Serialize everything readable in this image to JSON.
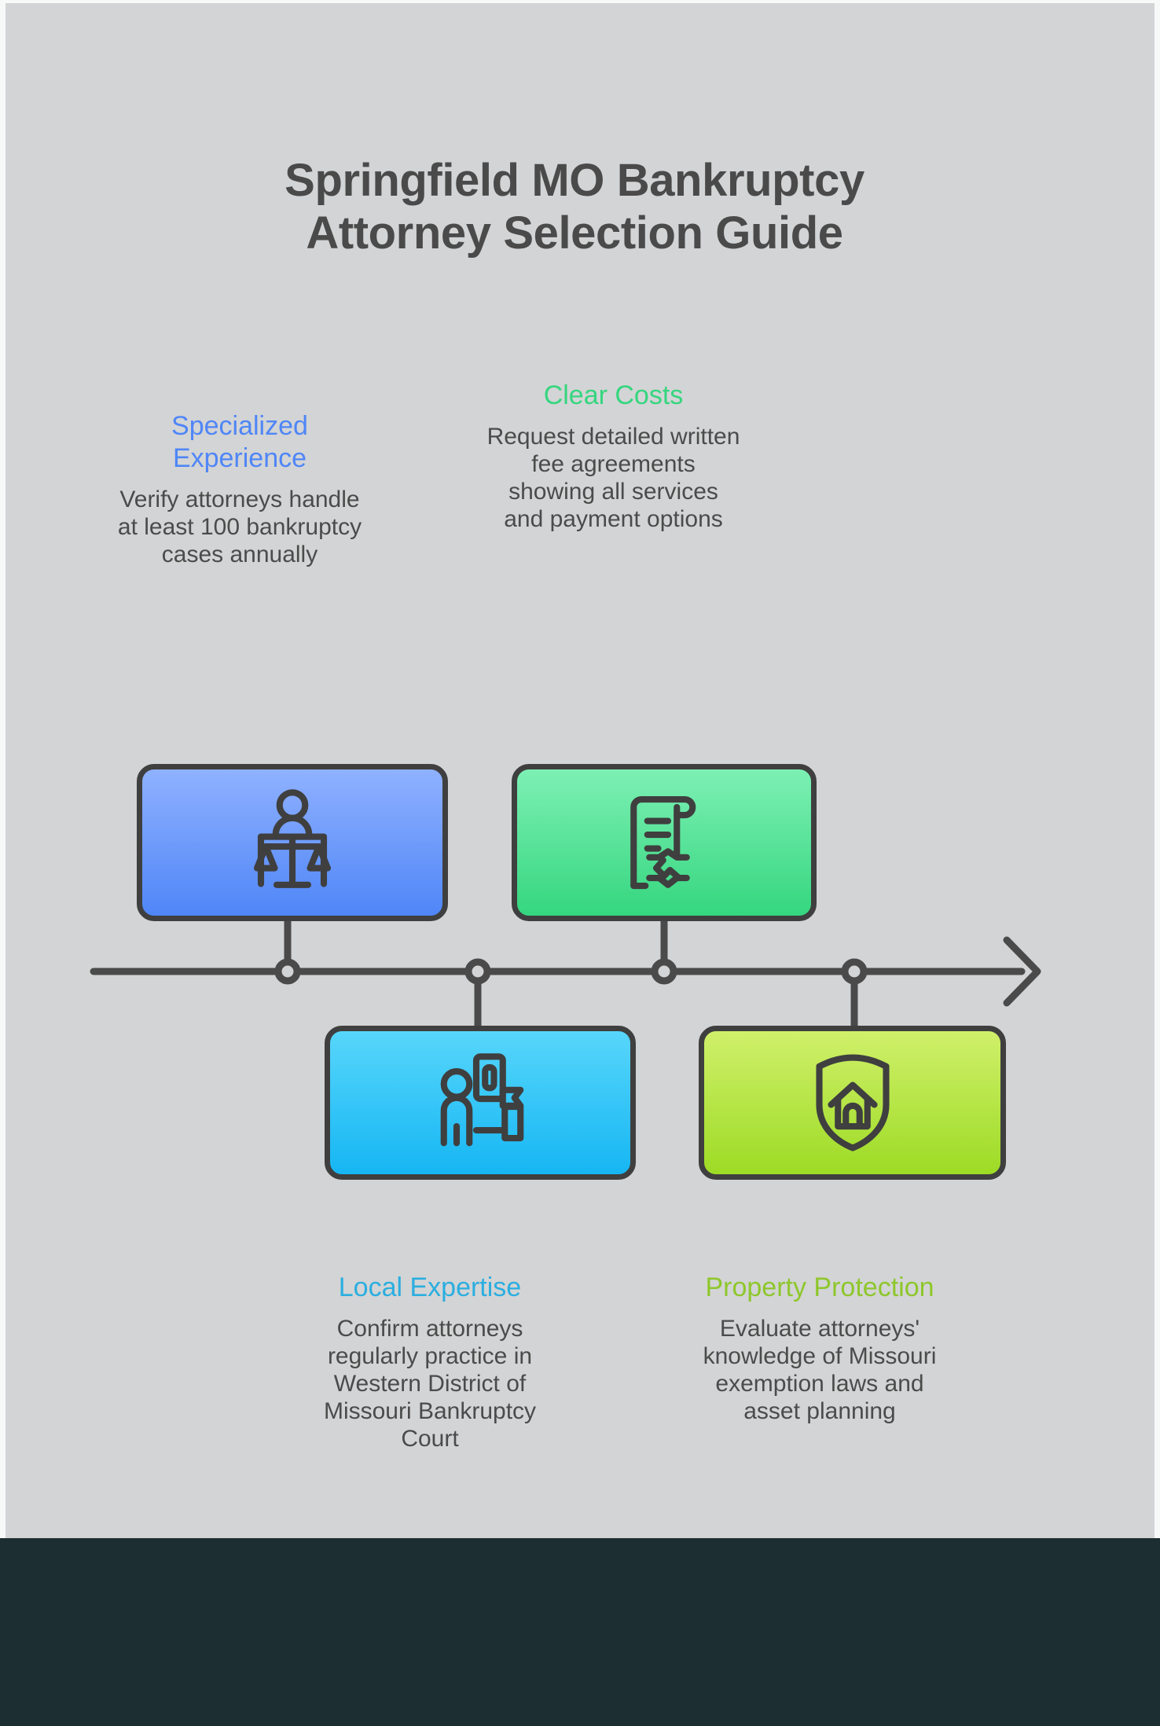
{
  "page": {
    "background_color": "#d3d4d5",
    "footer_color": "#1c2e31",
    "outline_color": "#3f3f3f",
    "body_text_color": "#4b4b4b"
  },
  "title": {
    "line1": "Springfield MO Bankruptcy",
    "line2": "Attorney Selection Guide",
    "color": "#4a4a4a"
  },
  "steps": [
    {
      "heading": "Specialized Experience",
      "body": "Verify attorneys handle at least 100 bankruptcy cases annually",
      "heading_color": "#4f86f7",
      "card_color_top": "#8fb1ff",
      "card_color_bottom": "#4f86f7",
      "icon": "judge-scales-icon",
      "position": "above-timeline"
    },
    {
      "heading": "Clear Costs",
      "body": "Request detailed written fee agreements showing all services and payment options",
      "heading_color": "#35d67f",
      "card_color_top": "#7df0b4",
      "card_color_bottom": "#35d67f",
      "icon": "contract-handshake-icon",
      "position": "above-timeline"
    },
    {
      "heading": "Local Expertise",
      "body": "Confirm attorneys regularly practice in Western District of Missouri Bankruptcy Court",
      "heading_color": "#2aaee0",
      "card_color_top": "#57d6fb",
      "card_color_bottom": "#16b6f3",
      "icon": "person-courthouse-icon",
      "position": "below-timeline"
    },
    {
      "heading": "Property Protection",
      "body": "Evaluate attorneys' knowledge of Missouri exemption laws and asset planning",
      "heading_color": "#8ec72c",
      "card_color_top": "#d0f06a",
      "card_color_bottom": "#9ddb25",
      "icon": "shield-home-icon",
      "position": "below-timeline"
    }
  ],
  "timeline": {
    "node_count": 4,
    "arrow_direction": "right",
    "line_color": "#4a4a4a"
  }
}
